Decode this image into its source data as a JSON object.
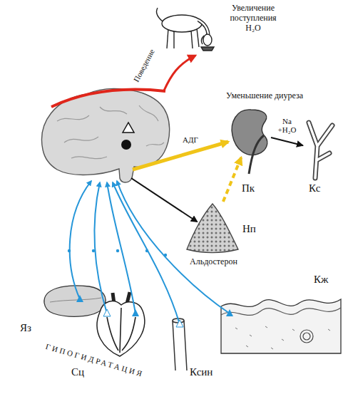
{
  "diagram": {
    "nodes": [
      {
        "text": [
          "Увеличение поступления H₂O"
        ]
      },
      {
        "text": [
          "Уменьшение диуреза",
          "Пк"
        ]
      },
      {
        "text": [
          "Кс"
        ]
      },
      {
        "text": [
          "Нп",
          "Альдостерон"
        ]
      },
      {
        "text": [
          "Яз"
        ]
      },
      {
        "text": [
          "Сц"
        ]
      },
      {
        "text": [
          "Ксин"
        ]
      },
      {
        "text": [
          "Кж"
        ]
      }
    ],
    "edges": [
      {
        "from": 1,
        "to": 2,
        "arrow": "to",
        "label": "Na +H₂O"
      },
      {
        "from": 3,
        "to": 1,
        "arrow": "to"
      }
    ],
    "labels": [
      "Поведение",
      "АДГ",
      "ГИПОГИДРАТАЦИЯ"
    ]
  }
}
